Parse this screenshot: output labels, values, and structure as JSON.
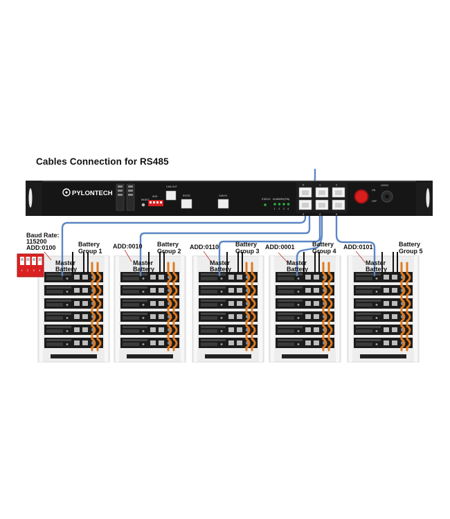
{
  "title": "Cables Connection for RS485",
  "controller": {
    "brand": "PYLONTECH",
    "reset_label": "RESET",
    "add_label": "ADD",
    "can_out_label": "CAN OUT",
    "rs232_label": "RS232",
    "can_in_label": "CAN IN",
    "status_label": "STATUS",
    "numbers_label": "NUMBERS(PIN)",
    "led_numbers": [
      "1",
      "2",
      "3",
      "4"
    ],
    "port_numbers": [
      "0",
      "1",
      "2"
    ],
    "port_numbers_lower": [
      "3",
      "4",
      "5"
    ],
    "power_on": "ON",
    "power_off": "OFF",
    "dc_label": "12VDC"
  },
  "dip_switch": {
    "baud_label": "Baud Rate:",
    "baud_value": "115200",
    "address": "ADD:0100",
    "pins": [
      "1",
      "2",
      "3",
      "4"
    ]
  },
  "groups": [
    {
      "group_line1": "Battery",
      "group_line2": "Group 1",
      "master_line1": "Master",
      "master_line2": "Battery",
      "address": ""
    },
    {
      "group_line1": "Battery",
      "group_line2": "Group 2",
      "master_line1": "Master",
      "master_line2": "Battery",
      "address": "ADD:0010"
    },
    {
      "group_line1": "Battery",
      "group_line2": "Group 3",
      "master_line1": "Master",
      "master_line2": "Battery",
      "address": "ADD:0110"
    },
    {
      "group_line1": "Battery",
      "group_line2": "Group 4",
      "master_line1": "Master",
      "master_line2": "Battery",
      "address": "ADD:0001"
    },
    {
      "group_line1": "Battery",
      "group_line2": "Group 5",
      "master_line1": "Master",
      "master_line2": "Battery",
      "address": "ADD:0101"
    }
  ],
  "colors": {
    "rs485_cable": "#5a86c4",
    "power_cable": "#e07a1f",
    "dip_switch": "#d92121",
    "power_button": "#d91e1e",
    "controller_body": "#161616",
    "rack_frame": "#ededed"
  }
}
